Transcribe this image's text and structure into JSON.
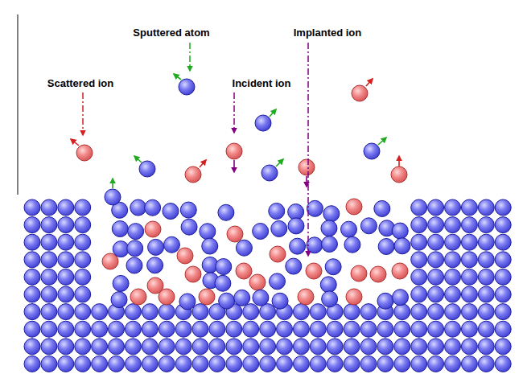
{
  "diagram": {
    "labels": [
      "Sputtered atom",
      "Implanted ion",
      "Incident ion",
      "Scattered ion"
    ]
  }
}
